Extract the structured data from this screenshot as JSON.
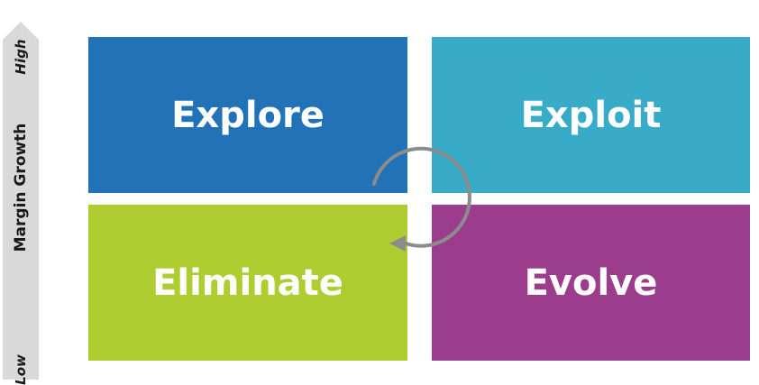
{
  "axis": {
    "title": "Margin Growth",
    "high_label": "High",
    "low_label": "Low"
  },
  "quadrants": [
    {
      "label": "Explore",
      "color": "#2272b8"
    },
    {
      "label": "Exploit",
      "color": "#37abc7"
    },
    {
      "label": "Eliminate",
      "color": "#adcd31"
    },
    {
      "label": "Evolve",
      "color": "#9b3c8d"
    }
  ],
  "cycle_icon": "cycle-arrow-icon",
  "colors": {
    "axis_arrow": "#d9d9d9",
    "cycle_arrow": "#8c8c8c"
  }
}
